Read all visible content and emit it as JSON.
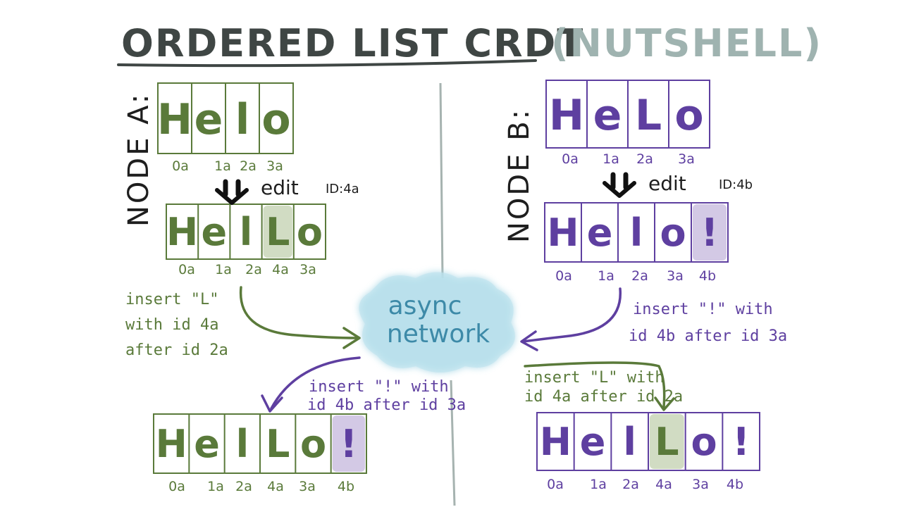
{
  "title": {
    "main": "ORDERED LIST CRDT",
    "sub": "(NUTSHELL)"
  },
  "colors": {
    "node_a": "#5a7a3a",
    "node_b": "#5e3fa0",
    "cloud": "#a9d8e6",
    "cloud_text": "#3d8aa8",
    "highlight_a": "#c9d6b8",
    "highlight_b": "#cbbfe0"
  },
  "node_a": {
    "label": "NODE A:",
    "initial": {
      "chars": [
        "H",
        "e",
        "l",
        "o"
      ],
      "ids": [
        "0a",
        "1a",
        "2a",
        "3a"
      ]
    },
    "edit": {
      "word": "edit",
      "id": "ID:4a"
    },
    "edited": {
      "chars": [
        "H",
        "e",
        "l",
        "L",
        "o"
      ],
      "ids": [
        "0a",
        "1a",
        "2a",
        "4a",
        "3a"
      ],
      "highlight": 3
    },
    "message": [
      "insert \"L\"",
      "with id 4a",
      "after id 2a"
    ],
    "merged": {
      "chars": [
        "H",
        "e",
        "l",
        "L",
        "o",
        "!"
      ],
      "ids": [
        "0a",
        "1a",
        "2a",
        "4a",
        "3a",
        "4b"
      ],
      "highlight": 5
    },
    "received": [
      "insert \"!\" with",
      "id 4b after id 3a"
    ]
  },
  "node_b": {
    "label": "NODE B:",
    "initial": {
      "chars": [
        "H",
        "e",
        "L",
        "o"
      ],
      "ids": [
        "0a",
        "1a",
        "2a",
        "3a"
      ]
    },
    "edit": {
      "word": "edit",
      "id": "ID:4b"
    },
    "edited": {
      "chars": [
        "H",
        "e",
        "l",
        "o",
        "!"
      ],
      "ids": [
        "0a",
        "1a",
        "2a",
        "3a",
        "4b"
      ],
      "highlight": 4
    },
    "message": [
      "insert \"!\" with",
      "id 4b after id 3a"
    ],
    "merged": {
      "chars": [
        "H",
        "e",
        "l",
        "L",
        "o",
        "!"
      ],
      "ids": [
        "0a",
        "1a",
        "2a",
        "4a",
        "3a",
        "4b"
      ],
      "highlight": 3
    },
    "received": [
      "insert \"L\" with",
      "id 4a after id 2a"
    ]
  },
  "network": {
    "line1": "async",
    "line2": "network"
  }
}
